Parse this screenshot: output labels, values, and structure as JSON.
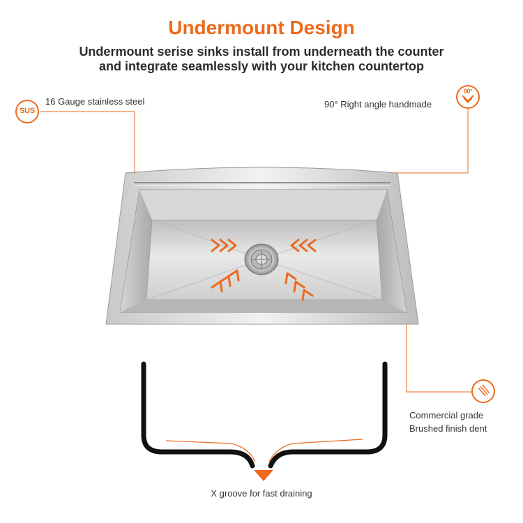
{
  "header": {
    "title": "Undermount Design",
    "subtitle_lines": [
      "Undermount serise sinks install from underneath the counter",
      "and integrate seamlessly with your kitchen countertop"
    ]
  },
  "callouts": {
    "material": {
      "label": "16 Gauge stainless steel",
      "badge_text": "SUS",
      "icon": "sus-badge-icon"
    },
    "angle": {
      "label": "90° Right angle handmade",
      "badge_text": "90°",
      "icon": "right-angle-icon"
    },
    "finish": {
      "lines": [
        "Commercial grade",
        "Brushed finish dent"
      ],
      "icon": "brushed-lines-icon"
    },
    "groove": {
      "label": "X groove for fast draining",
      "icon": "down-arrow-icon"
    }
  },
  "colors": {
    "accent": "#ec6a1c",
    "text": "#333333",
    "steel_light": "#e8e8e8",
    "steel_dark": "#a9a9a9",
    "profile": "#111111"
  }
}
